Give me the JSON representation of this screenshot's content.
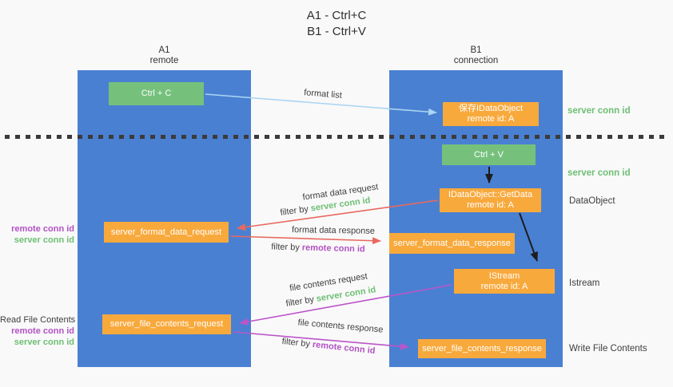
{
  "title": {
    "line1": "A1 - Ctrl+C",
    "line2": "B1 - Ctrl+V"
  },
  "lifelines": {
    "left": {
      "name": "A1",
      "role": "remote"
    },
    "right": {
      "name": "B1",
      "role": "connection"
    }
  },
  "boxes": {
    "ctrl_c": "Ctrl + C",
    "ctrl_v": "Ctrl + V",
    "save_idataobject": {
      "line1": "保存IDataObject",
      "line2": "remote id: A"
    },
    "getdata": {
      "line1": "IDataObject::GetData",
      "line2": "remote id: A"
    },
    "istream": {
      "line1": "IStream",
      "line2": "remote id: A"
    },
    "format_request": "server_format_data_request",
    "format_response": "server_format_data_response",
    "file_request": "server_file_contents_request",
    "file_response": "server_file_contents_response"
  },
  "arrow_labels": {
    "format_list": "format list",
    "format_data_request": "format data request",
    "format_data_response": "format data response",
    "file_contents_request": "file contents request",
    "file_contents_response": "file contents response",
    "filter_by": "filter by",
    "server_conn_id": "server conn id",
    "remote_conn_id": "remote conn id"
  },
  "side_labels": {
    "server_conn_id": "server conn id",
    "remote_conn_id": "remote conn id",
    "dataobject": "DataObject",
    "istream": "Istream",
    "read_file_contents": "Read File Contents",
    "write_file_contents": "Write File Contents"
  },
  "colors": {
    "lifeline_blue": "#4a80d2",
    "action_green": "#75c17c",
    "message_orange": "#f8a93c",
    "server_conn_green": "#6ebf74",
    "remote_conn_purple": "#b252c4",
    "format_arrow_red": "#e8695f",
    "file_arrow_magenta": "#bb55c9",
    "format_list_blue": "#aad5f2",
    "background": "#f9f9f9"
  }
}
